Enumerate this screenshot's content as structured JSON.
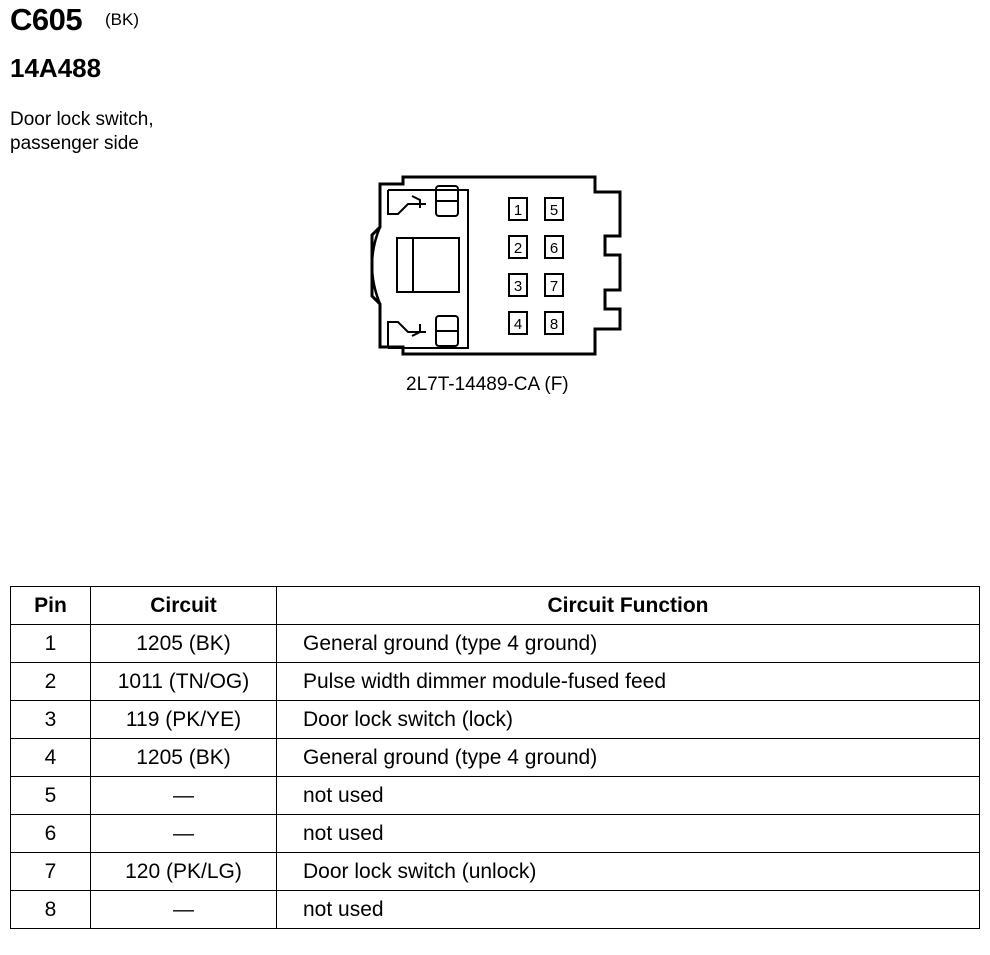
{
  "header": {
    "connector_id": "C605",
    "connector_color": "(BK)",
    "part_number": "14A488",
    "description_lines": [
      "Door lock switch,",
      "passenger side"
    ]
  },
  "connector": {
    "part_number": "2L7T-14489-CA (F)",
    "pins": [
      "1",
      "2",
      "3",
      "4",
      "5",
      "6",
      "7",
      "8"
    ]
  },
  "table": {
    "headers": [
      "Pin",
      "Circuit",
      "Circuit Function"
    ],
    "rows": [
      {
        "pin": "1",
        "circuit": "1205 (BK)",
        "function": "General ground (type 4 ground)"
      },
      {
        "pin": "2",
        "circuit": "1011 (TN/OG)",
        "function": "Pulse width dimmer module-fused feed"
      },
      {
        "pin": "3",
        "circuit": "119 (PK/YE)",
        "function": "Door lock switch (lock)"
      },
      {
        "pin": "4",
        "circuit": "1205 (BK)",
        "function": "General ground (type 4 ground)"
      },
      {
        "pin": "5",
        "circuit": "—",
        "function": "not used"
      },
      {
        "pin": "6",
        "circuit": "—",
        "function": "not used"
      },
      {
        "pin": "7",
        "circuit": "120 (PK/LG)",
        "function": "Door lock switch (unlock)"
      },
      {
        "pin": "8",
        "circuit": "—",
        "function": "not used"
      }
    ]
  }
}
